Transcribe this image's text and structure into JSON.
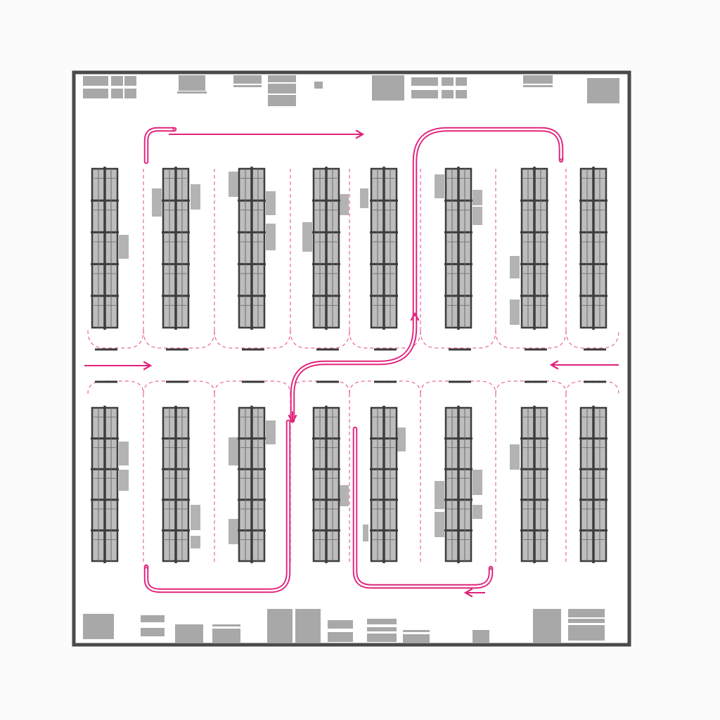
{
  "colors": {
    "background": "#fbfbfb",
    "floor": "#ffffff",
    "wall": "#4a4a4a",
    "rack_frame": "#3d3d3d",
    "rack_fill": "#bdbdbd",
    "pallet": "#b3b3b3",
    "equipment": "#a8a8a8",
    "route": "#e0237c",
    "aisle_guide": "#e8679e",
    "lane_marker": "#3a3a3a"
  },
  "icons": {
    "rack": "rack-icon",
    "route_arrow": "arrowhead-icon",
    "pallet": "pallet-icon"
  },
  "layout_elements": {
    "rack_rows": 2,
    "racks_per_row": 8,
    "bays_per_rack": 5,
    "flow": [
      "entry-left",
      "serpentine-route",
      "entry-right"
    ]
  }
}
